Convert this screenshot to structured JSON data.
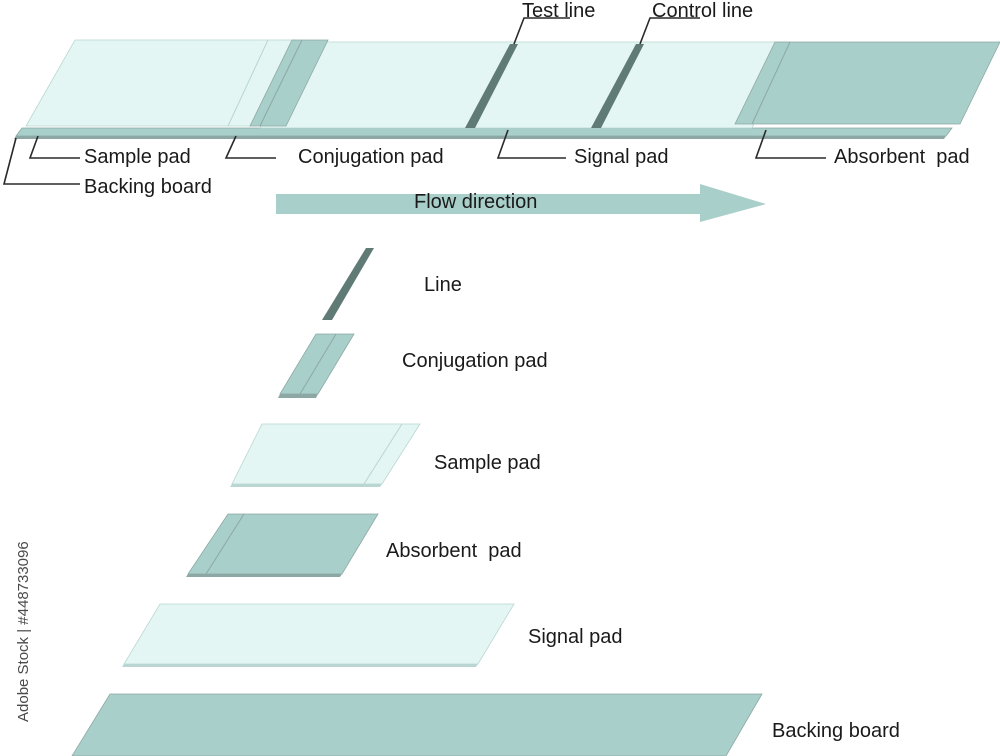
{
  "labels": {
    "test_line": "Test line",
    "control_line": "Control line",
    "sample_pad": "Sample pad",
    "backing_board": "Backing board",
    "conjugation_pad": "Conjugation pad",
    "signal_pad": "Signal pad",
    "absorbent_pad": "Absorbent  pad",
    "flow_direction": "Flow direction"
  },
  "components": {
    "line": "Line",
    "conjugation_pad": "Conjugation pad",
    "sample_pad": "Sample pad",
    "absorbent_pad": "Absorbent  pad",
    "signal_pad": "Signal pad",
    "backing_board": "Backing board"
  },
  "watermark": "Adobe Stock | #448733096",
  "colors": {
    "light_pad": "#e4f6f3",
    "teal": "#a9cfca",
    "line_dark": "#607a76",
    "edge": "#8da8a4"
  }
}
